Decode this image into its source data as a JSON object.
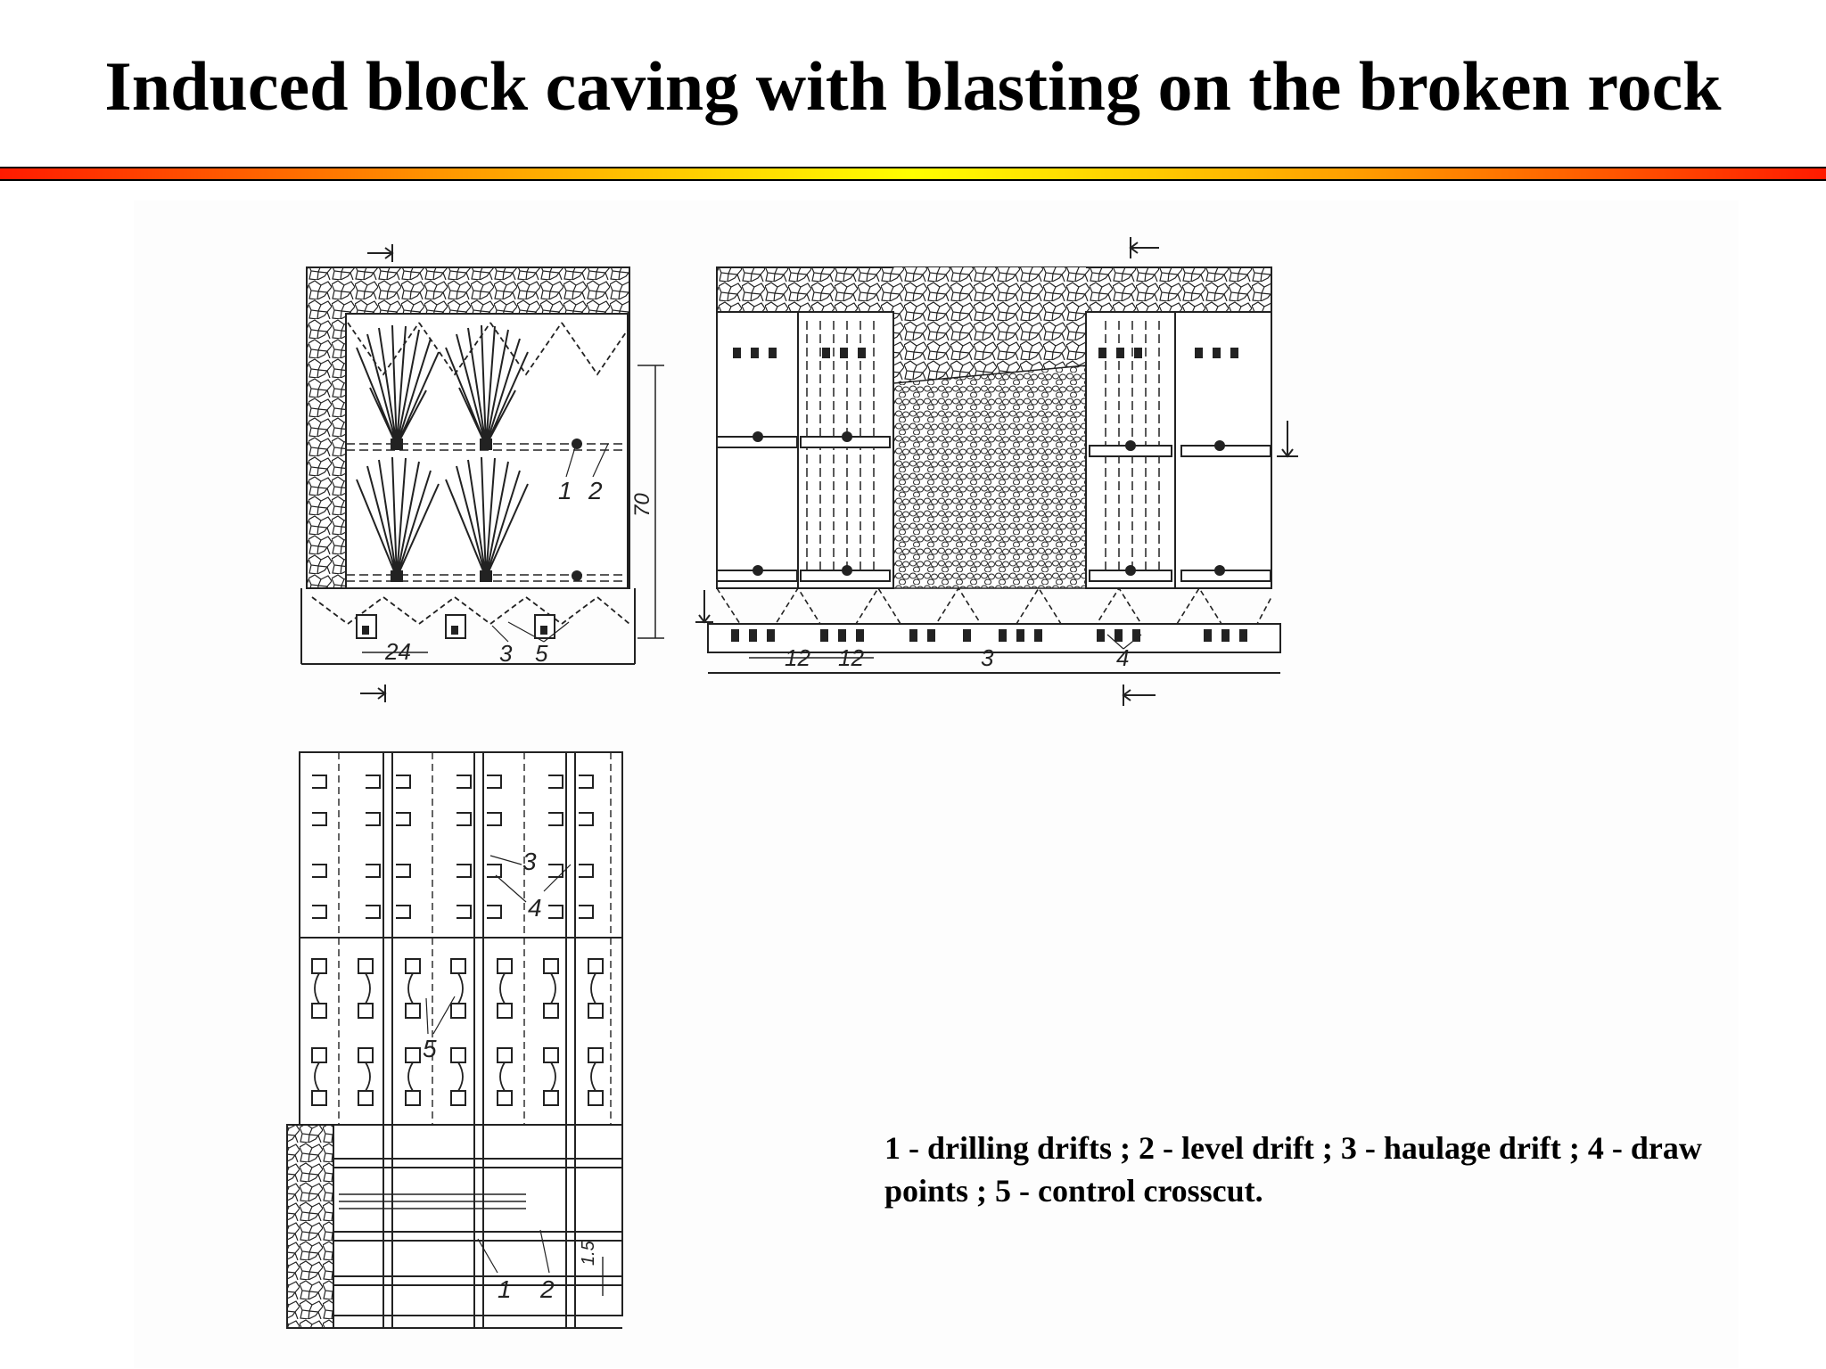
{
  "slide": {
    "title": "Induced block caving with blasting on the broken rock",
    "rule_colors": [
      "#ff1a00",
      "#ff9a00",
      "#ffff00",
      "#ff9a00",
      "#ff1a00"
    ],
    "legend": "1 - drilling drifts  ; 2 - level drift ; 3 - haulage drift ; 4 - draw points ; 5 - control crosscut."
  },
  "diagram": {
    "section_left": {
      "labels": {
        "drilling_drift": "1",
        "level_drift": "2",
        "haulage_drift": "3",
        "control_crosscut": "5"
      },
      "dimensions": {
        "height": "70",
        "spacing": "24"
      }
    },
    "section_right": {
      "labels": {
        "haulage_drift": "3",
        "draw_points": "4"
      },
      "dimensions": {
        "spacing_a": "12",
        "spacing_b": "12"
      }
    },
    "plan_view": {
      "labels": {
        "drilling_drift": "1",
        "level_drift": "2",
        "haulage_drift": "3",
        "draw_points": "4",
        "control_crosscut": "5"
      },
      "dimensions": {
        "spacing": "1.5"
      }
    }
  }
}
